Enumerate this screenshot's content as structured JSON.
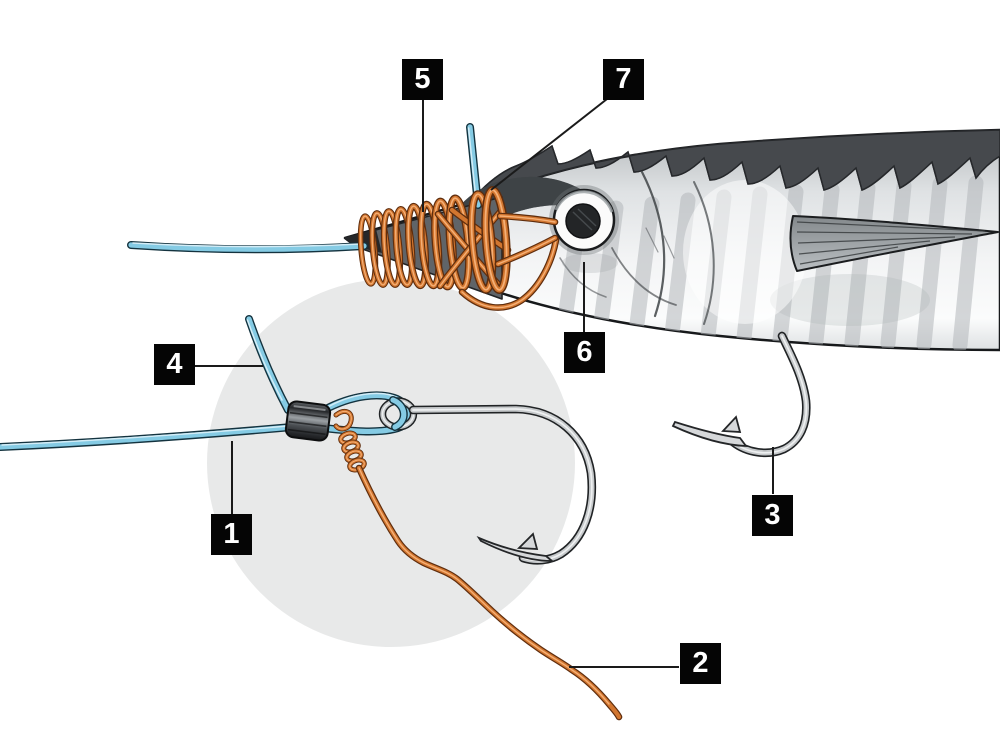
{
  "figure": {
    "callouts": [
      {
        "number": "1",
        "points_to": "blue-main-line"
      },
      {
        "number": "2",
        "points_to": "copper-wire-tag-end"
      },
      {
        "number": "3",
        "points_to": "bait-hook-bend"
      },
      {
        "number": "4",
        "points_to": "blue-leader-tag-end"
      },
      {
        "number": "5",
        "points_to": "copper-wire-wraps"
      },
      {
        "number": "6",
        "points_to": "bait-fish-cheek"
      },
      {
        "number": "7",
        "points_to": "copper-cross-wrap"
      }
    ],
    "colors": {
      "background": "#ffffff",
      "label_background": "#050505",
      "label_text": "#ffffff",
      "line_blue": "#85cbe4",
      "wire_copper": "#d2762f",
      "hook_metal": "#c6c9cb",
      "detail_circle": "#e8e9e9",
      "callout_line": "#1a1a1a",
      "fish_dark_back": "#46494d"
    }
  }
}
